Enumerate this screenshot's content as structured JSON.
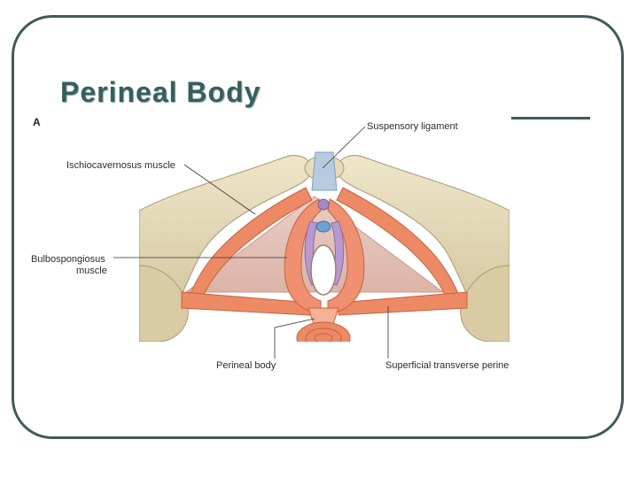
{
  "slide": {
    "title": "Perineal Body",
    "panel_letter": "A"
  },
  "labels": {
    "suspensory_ligament": "Suspensory ligament",
    "ischiocavernosus": "Ischiocavernosus muscle",
    "bulbospongiosus_line1": "Bulbospongiosus",
    "bulbospongiosus_line2": "muscle",
    "perineal_body": "Perineal body",
    "superficial_transverse": "Superficial transverse perine"
  },
  "colors": {
    "frame": "#3f5a5a",
    "title": "#355f5e",
    "bone": "#e2d6b4",
    "muscle": "#ec8a66",
    "membrane": "#e7c6bd",
    "ligament": "#a9c2d6"
  }
}
